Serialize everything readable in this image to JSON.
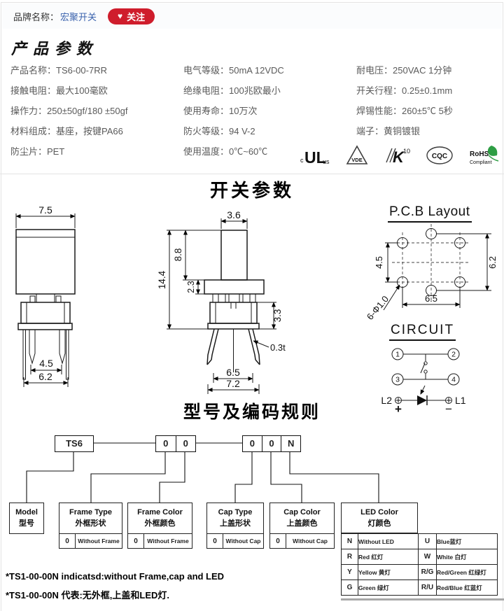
{
  "brand_bar": {
    "label": "品牌名称：",
    "name": "宏聚开关",
    "heart": "♥",
    "follow": "关注"
  },
  "product": {
    "title": "产品参数",
    "col1": [
      "产品名称：TS6-00-7RR",
      "接触电阻：最大100毫欧",
      "操作力：250±50gf/180 ±50gf",
      "材料组成：基座，按键PA66",
      "防尘片：PET"
    ],
    "col2": [
      "电气等级：50mA 12VDC",
      "绝缘电阻：100兆欧最小",
      "使用寿命：10万次",
      "防火等级：94 V-2",
      "使用温度：0℃~60℃"
    ],
    "col3": [
      "耐电压：250VAC 1分钟",
      "开关行程：0.25±0.1mm",
      "焊锡性能：260±5℃ 5秒",
      "端子：黄铜镀银"
    ],
    "certs": {
      "ul_c": "c",
      "ul_main": "UL",
      "ul_us": "us",
      "vde": "VDE",
      "k_main": "K",
      "k_sub": "10",
      "cqc": "CQC",
      "rohs_1": "RoHS",
      "rohs_2": "Compliant"
    }
  },
  "switch_section": {
    "title": "开关参数",
    "front": {
      "top_width": "7.5",
      "pin_inner": "4.5",
      "pin_outer": "6.2"
    },
    "side": {
      "stem_width": "3.6",
      "total_height": "14.4",
      "upper_height": "8.8",
      "cap_height": "2.3",
      "body_height": "3.3",
      "pin_thickness": "0.3t",
      "pin_inner": "6.5",
      "pin_outer": "7.2"
    },
    "pcb": {
      "title": "P.C.B Layout",
      "pad_row": "4.5",
      "pad_col": "6.2",
      "pad_bottom": "6.5",
      "hole_note": "6-Φ1.0"
    },
    "circuit": {
      "title": "CIRCUIT",
      "pin1": "1",
      "pin2": "2",
      "pin3": "3",
      "pin4": "4",
      "led_left": "L2",
      "led_right": "L1",
      "plus": "+",
      "minus": "−"
    }
  },
  "coding": {
    "title": "型号及编码规则",
    "model_code": "TS6",
    "mid_cells": [
      "0",
      "0"
    ],
    "right_cells": [
      "0",
      "0",
      "N"
    ],
    "model_box": {
      "en": "Model",
      "zh": "型号"
    },
    "frame_type": {
      "en": "Frame Type",
      "zh": "外框形状",
      "code": "0",
      "value": "Without Frame"
    },
    "frame_color": {
      "en": "Frame Color",
      "zh": "外框颜色",
      "code": "0",
      "value": "Without Frame"
    },
    "cap_type": {
      "en": "Cap Type",
      "zh": "上盖形状",
      "code": "0",
      "value": "Without Cap"
    },
    "cap_color": {
      "en": "Cap Color",
      "zh": "上盖颜色",
      "code": "0",
      "value": "Without Cap"
    },
    "led": {
      "en": "LED Color",
      "zh": "灯颜色",
      "rows": [
        {
          "c1": "N",
          "v1": "Without LED",
          "c2": "U",
          "v2": "Blue蓝灯"
        },
        {
          "c1": "R",
          "v1": "Red 红灯",
          "c2": "W",
          "v2": "White 白灯"
        },
        {
          "c1": "Y",
          "v1": "Yellow 黄灯",
          "c2": "R/G",
          "v2": "Red/Green 红绿灯"
        },
        {
          "c1": "G",
          "v1": "Green 绿灯",
          "c2": "R/U",
          "v2": "Red/Blue 红蓝灯"
        }
      ]
    },
    "note_en": "*TS1-00-00N indicatsd:without Frame,cap and LED",
    "note_zh": "*TS1-00-00N 代表:无外框,上盖和LED灯."
  },
  "colors": {
    "accent_red": "#cf1d2c",
    "brand_blue": "#3a62ad",
    "rohs_green": "#2e9e44"
  }
}
